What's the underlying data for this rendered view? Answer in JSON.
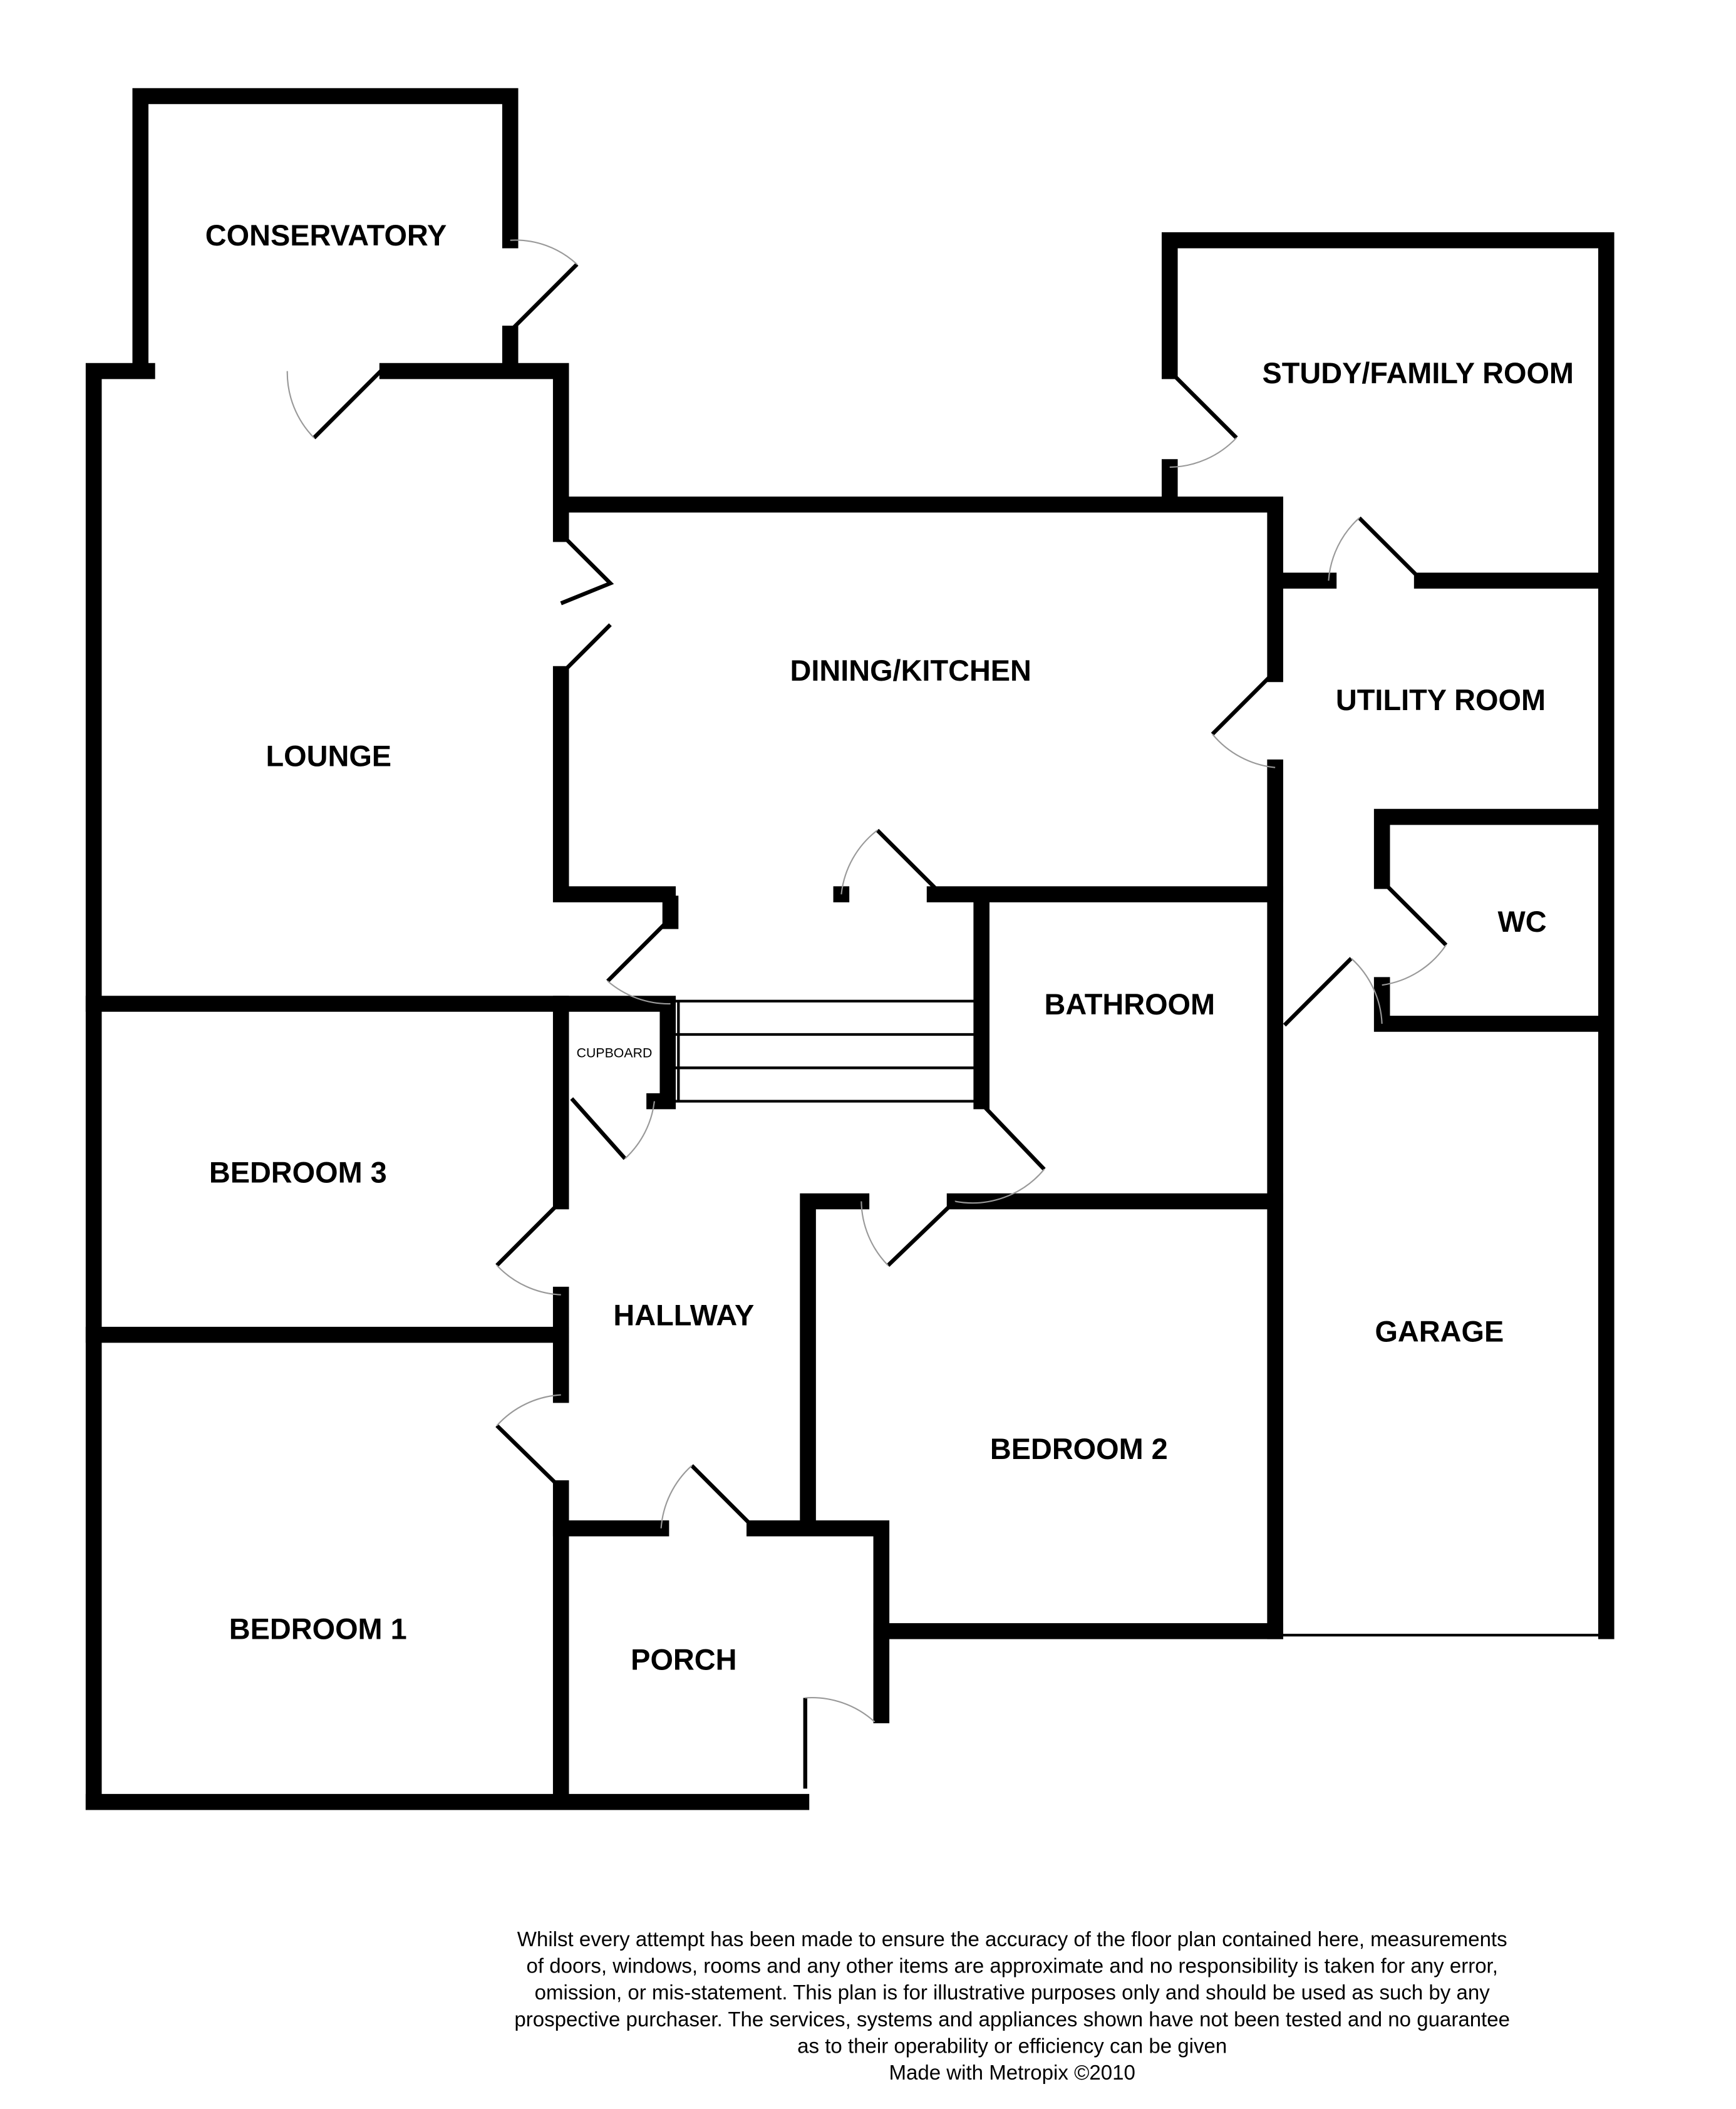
{
  "rooms": {
    "conservatory": "CONSERVATORY",
    "study": "STUDY/FAMILY ROOM",
    "dining_kitchen": "DINING/KITCHEN",
    "utility_room": "UTILITY ROOM",
    "lounge": "LOUNGE",
    "wc": "WC",
    "bathroom": "BATHROOM",
    "cupboard": "CUPBOARD",
    "bedroom3": "BEDROOM 3",
    "hallway": "HALLWAY",
    "garage": "GARAGE",
    "bedroom2": "BEDROOM 2",
    "bedroom1": "BEDROOM 1",
    "porch": "PORCH"
  },
  "disclaimer": {
    "lines": [
      "Whilst every attempt has been made to ensure the accuracy of the floor plan contained here, measurements",
      "of doors, windows, rooms and any other items are approximate and no responsibility is taken for any error,",
      "omission, or mis-statement. This plan is for illustrative purposes only and should be used as such by any",
      "prospective purchaser. The services, systems and appliances shown have not been tested and no guarantee",
      "as to their operability or efficiency can be given"
    ],
    "credit": "Made with Metropix ©2010"
  }
}
